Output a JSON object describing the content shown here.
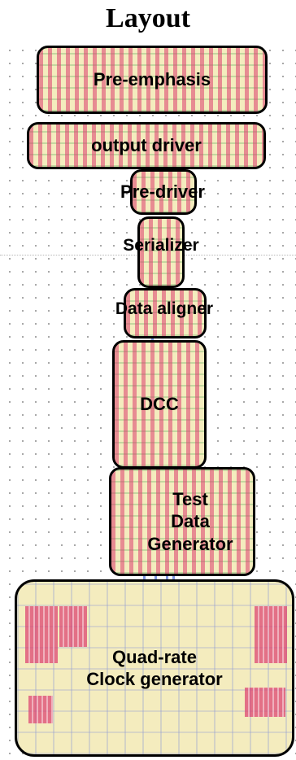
{
  "title": "Layout",
  "blocks": {
    "pre_emphasis": "Pre-emphasis",
    "output_driver": "output driver",
    "pre_driver": "Pre-driver",
    "serializer": "Serializer",
    "data_aligner": "Data aligner",
    "dcc": "DCC",
    "test_data_generator": "Test\nData\nGenerator",
    "quad_rate_clock_generator": "Quad-rate\nClock generator"
  },
  "colors": {
    "outline": "#000000",
    "layout_fill": "#f4ecbe",
    "metal_pink": "#dc3c6e",
    "wire_blue": "#5a74d6"
  }
}
